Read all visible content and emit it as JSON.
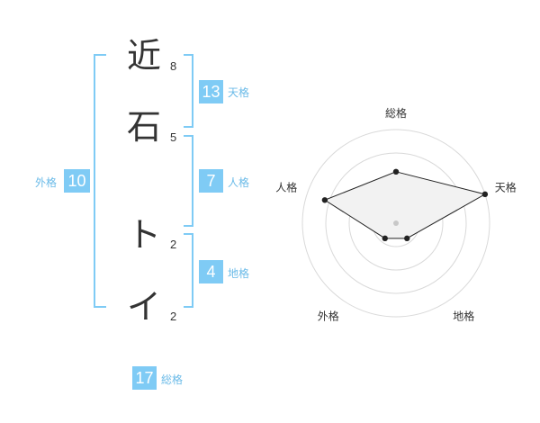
{
  "characters": [
    {
      "char": "近",
      "strokes": "8"
    },
    {
      "char": "石",
      "strokes": "5"
    },
    {
      "char": "ト",
      "strokes": "2"
    },
    {
      "char": "イ",
      "strokes": "2"
    }
  ],
  "kaku": {
    "tenkaku": {
      "value": "13",
      "label": "天格"
    },
    "jinkaku": {
      "value": "7",
      "label": "人格"
    },
    "chikaku": {
      "value": "4",
      "label": "地格"
    },
    "gaikaku": {
      "value": "10",
      "label": "外格"
    },
    "soukaku": {
      "value": "17",
      "label": "総格"
    }
  },
  "colors": {
    "accent": "#7fcbf5",
    "text": "#333333",
    "label": "#6bbbe8"
  },
  "chart_data": {
    "type": "radar",
    "axes": [
      "総格",
      "天格",
      "地格",
      "外格",
      "人格"
    ],
    "values": [
      0.55,
      1.0,
      0.2,
      0.2,
      0.8
    ],
    "rings": 4,
    "grid": true
  }
}
